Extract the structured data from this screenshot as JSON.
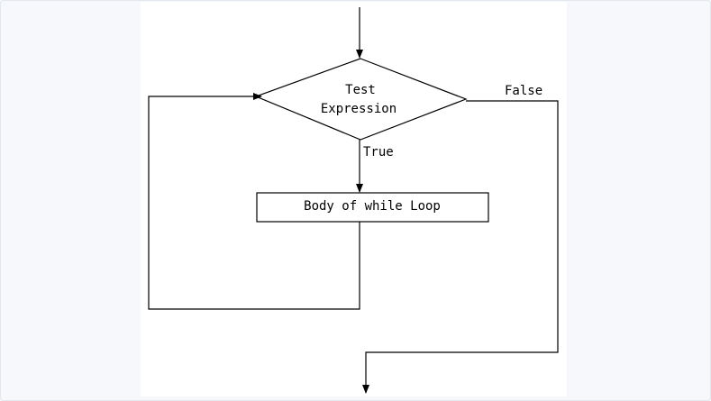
{
  "flowchart": {
    "decision_line1": "Test",
    "decision_line2": "Expression",
    "true_label": "True",
    "false_label": "False",
    "body_label": "Body of while Loop"
  }
}
